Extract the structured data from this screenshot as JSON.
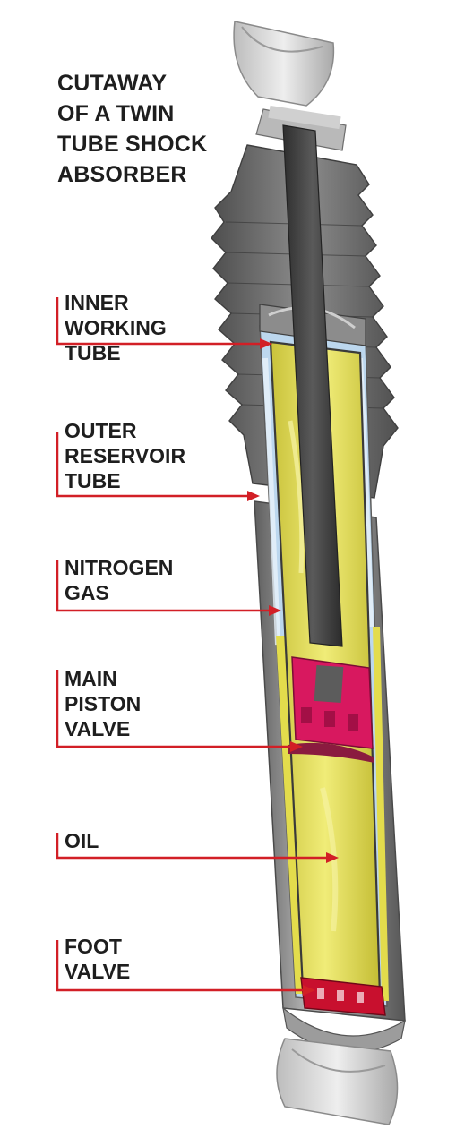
{
  "title": "CUTAWAY\nOF A TWIN\nTUBE SHOCK\nABSORBER",
  "labels": {
    "inner_tube": "INNER\nWORKING\nTUBE",
    "outer_tube": "OUTER\nRESERVOIR\nTUBE",
    "nitrogen": "NITROGEN\nGAS",
    "piston": "MAIN\nPISTON\nVALVE",
    "oil": "OIL",
    "foot": "FOOT\nVALVE"
  },
  "colors": {
    "leader": "#d21f26",
    "oil": "#e8e35a",
    "nitrogen": "#bcd7ee",
    "piston": "#d8185f",
    "foot_valve": "#c8102e",
    "shell": "#8d8d8d",
    "boot": "#6b6b6b",
    "rod": "#3d3d3d"
  }
}
